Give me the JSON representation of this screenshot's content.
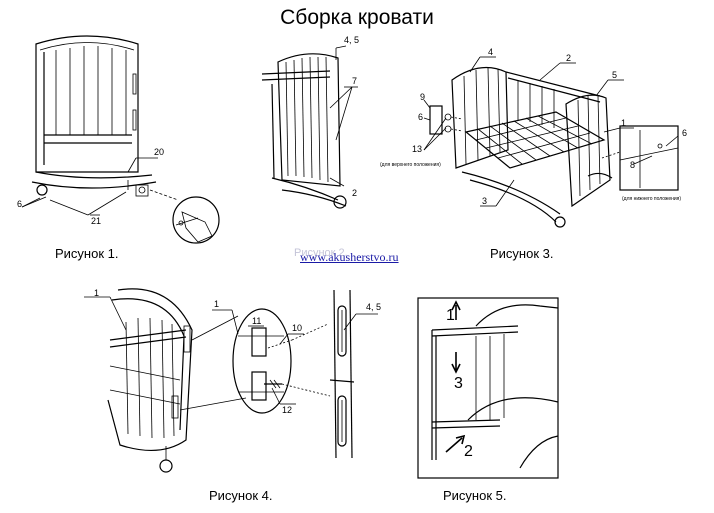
{
  "title": "Сборка кровати",
  "captions": {
    "fig1": "Рисунок 1.",
    "fig2_ghost": "Рисунок 2.",
    "fig3": "Рисунок 3.",
    "fig4": "Рисунок 4.",
    "fig5": "Рисунок 5."
  },
  "watermark_link": "www.akusherstvo.ru",
  "fig1_labels": {
    "l20": "20",
    "l6": "6",
    "l21": "21"
  },
  "fig2_labels": {
    "l45": "4, 5",
    "l7": "7",
    "l2": "2"
  },
  "fig3_labels": {
    "l4": "4",
    "l2": "2",
    "l5": "5",
    "l1": "1",
    "l9": "9",
    "l6a": "6",
    "l13": "13",
    "l3": "3",
    "l8": "8",
    "l6b": "6",
    "note_upper": "(для верхнего положения)",
    "note_lower": "(для нижнего положения)"
  },
  "fig4_labels": {
    "l1a": "1",
    "l1b": "1",
    "l11": "11",
    "l10": "10",
    "l12": "12",
    "l45": "4, 5"
  },
  "fig5_labels": {
    "s1": "1",
    "s3": "3",
    "s2": "2"
  }
}
